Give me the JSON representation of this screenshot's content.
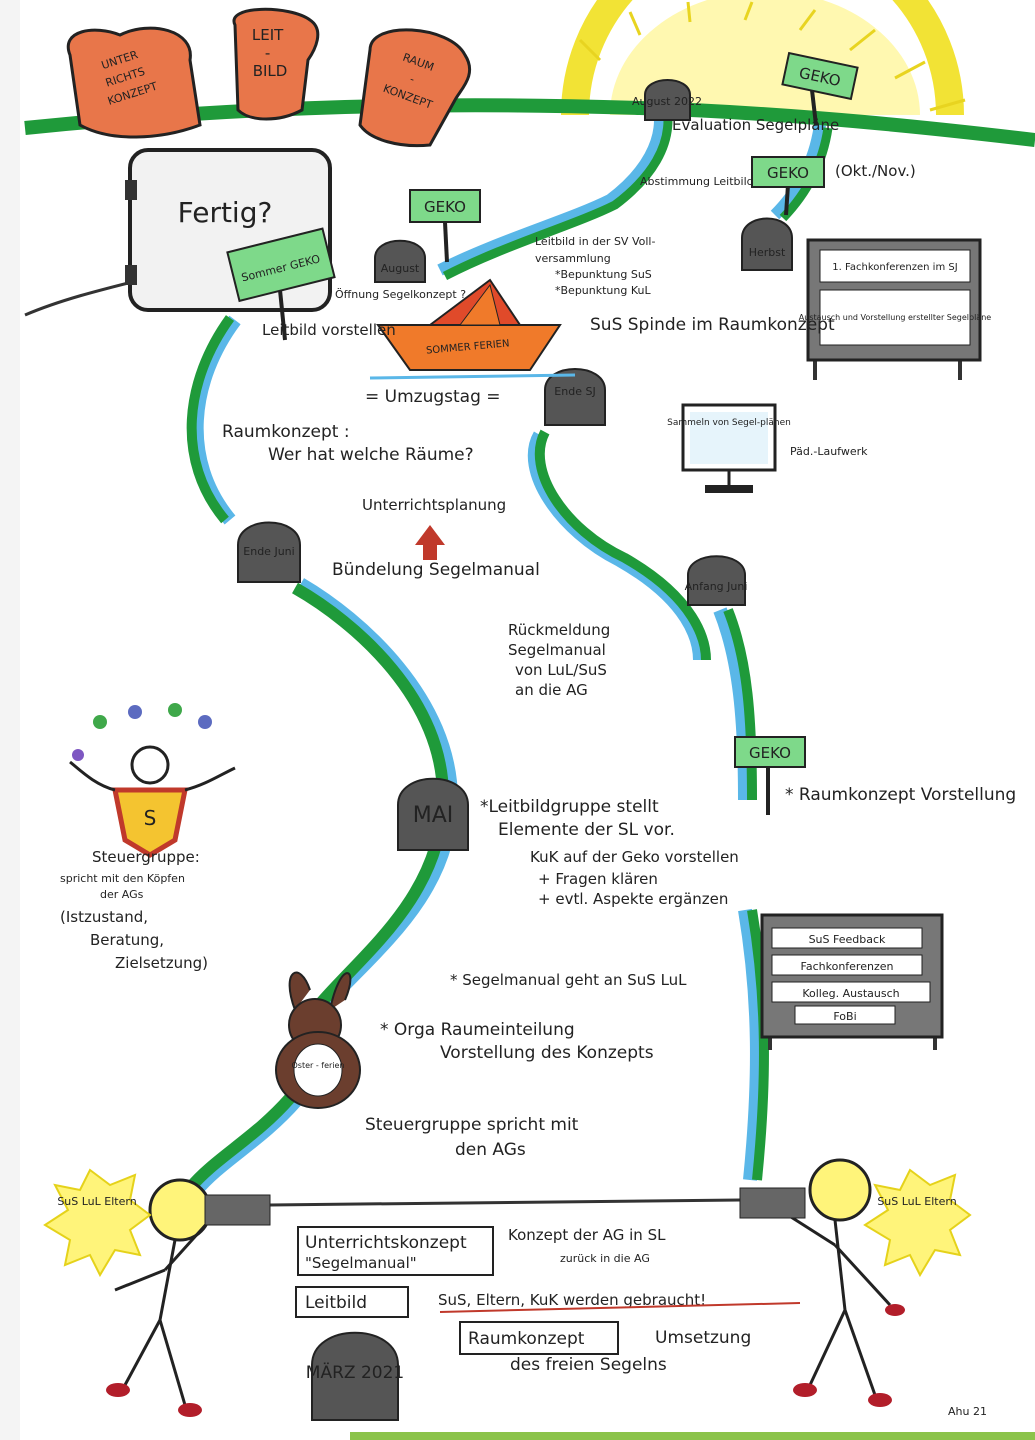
{
  "toasts": [
    "UNTER RICHTS KONZEPT",
    "LEIT BILD",
    "RAUM KONZEPT"
  ],
  "toaster_text": "Fertig?",
  "sign_sommer_geko": "Sommer GEKO",
  "geko": "GEKO",
  "oktnov": "(Okt./Nov.)",
  "stones": {
    "august": "August 2022",
    "herbst": "Herbst",
    "august2": "August",
    "ende_sj": "Ende SJ",
    "ende_juni": "Ende Juni",
    "anfang_juni": "Anfang Juni",
    "mai": "MAI",
    "maerz": "MÄRZ 2021",
    "oster": "Oster - ferien"
  },
  "texts": {
    "evaluation": "Evaluation Segelpläne",
    "abstimmung": "Abstimmung Leitbild",
    "leitbild_sv_1": "Leitbild in der SV Voll-",
    "leitbild_sv_2": "versammlung",
    "leitbild_sv_3": "*Bepunktung SuS",
    "leitbild_sv_4": "*Bepunktung KuL",
    "oeffnung": "Öffnung Segelkonzept ?",
    "leitbild_vorstellen": "Leitbild vorstellen",
    "sus_spinde": "SuS Spinde im Raumkonzept",
    "umzugstag": "= Umzugstag =",
    "raumkonzept_q1": "Raumkonzept :",
    "raumkonzept_q2": "Wer hat welche Räume?",
    "unterrichtsplanung": "Unterrichtsplanung",
    "buendelung": "Bündelung Segelmanual",
    "rueckmeldung_1": "Rückmeldung",
    "rueckmeldung_2": "Segelmanual",
    "rueckmeldung_3": "von LuL/SuS",
    "rueckmeldung_4": "an die AG",
    "boat": "SOMMER FERIEN",
    "monitor": "Sammeln von Segel-plänen",
    "paed": "Päd.-Laufwerk",
    "raumkonzept_vorstellung": "* Raumkonzept Vorstellung",
    "leitbildgruppe_1": "*Leitbildgruppe stellt",
    "leitbildgruppe_2": "Elemente der SL vor.",
    "leitbildgruppe_3": "KuK auf der Geko vorstellen",
    "leitbildgruppe_4": "+ Fragen klären",
    "leitbildgruppe_5": "+ evtl. Aspekte ergänzen",
    "steuergruppe_1": "Steuergruppe:",
    "steuergruppe_2": "spricht mit den Köpfen",
    "steuergruppe_3": "der AGs",
    "steuergruppe_4": "(Istzustand,",
    "steuergruppe_5": "Beratung,",
    "steuergruppe_6": "Zielsetzung)",
    "segelmanual_geht": "* Segelmanual geht an SuS LuL",
    "orga_1": "* Orga  Raumeinteilung",
    "orga_2": "Vorstellung des Konzepts",
    "steuergruppe_ags_1": "Steuergruppe spricht mit",
    "steuergruppe_ags_2": "den AGs",
    "uk_1": "Unterrichtskonzept",
    "uk_2": "\"Segelmanual\"",
    "konzept_ag_1": "Konzept der AG in SL",
    "konzept_ag_2": "zurück in die AG",
    "leitbild_box": "Leitbild",
    "sus_eltern": "SuS, Eltern, KuK werden gebraucht!",
    "raumkonzept_box": "Raumkonzept",
    "umsetzung_1": "Umsetzung",
    "umsetzung_2": "des freien Segelns",
    "sus_lul_eltern": "SuS LuL Eltern",
    "signature": "Ahu 21"
  },
  "board1": [
    "1. Fachkonferenzen im SJ",
    "Austausch und Vorstellung erstellter Segelpläne"
  ],
  "board2": [
    "SuS Feedback",
    "Fachkonferenzen",
    "Kolleg. Austausch",
    "FoBi"
  ],
  "colors": {
    "green": "#1f9a3a",
    "blue": "#5ab7e8",
    "stone": "#555555",
    "toast": "#e8764a",
    "sign": "#7ed98a",
    "sun": "#f2e335",
    "boat_orange": "#f07a2a",
    "boat_red": "#e04a2a"
  }
}
